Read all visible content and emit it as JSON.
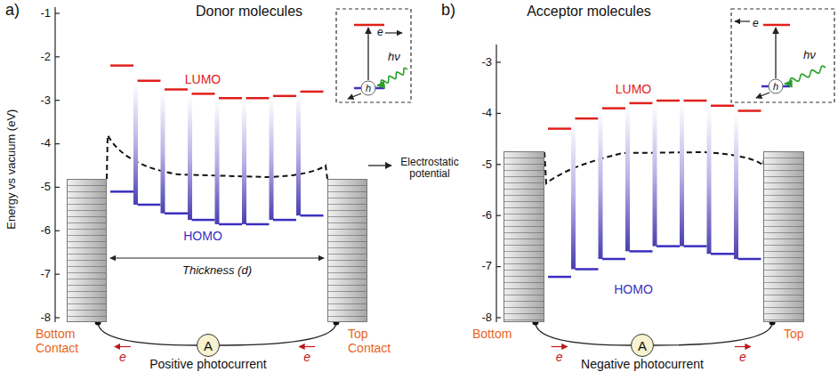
{
  "diagram": {
    "nodes": [
      {
        "text": [
          "Bottom Contact"
        ]
      },
      {
        "text": [
          "Top Contact"
        ]
      },
      {
        "text": [
          "A"
        ]
      },
      {
        "text": [
          "Bottom"
        ]
      },
      {
        "text": [
          "Top"
        ]
      },
      {
        "text": [
          "A"
        ]
      }
    ],
    "edges": [
      {
        "from": 1,
        "to": 2,
        "label": "e",
        "arrow": "none"
      },
      {
        "from": 2,
        "to": 0,
        "label": "e",
        "arrow": "none"
      },
      {
        "from": 3,
        "to": 5,
        "label": "e",
        "arrow": "none"
      },
      {
        "from": 5,
        "to": 4,
        "label": "e",
        "arrow": "none"
      }
    ],
    "labels": [
      "a)",
      "Donor molecules",
      "Energy vs vacuum (eV)",
      "-1",
      "-2",
      "-3",
      "-4",
      "-5",
      "-6",
      "-7",
      "-8",
      "LUMO",
      "HOMO",
      "Electrostatic potential",
      "Thickness (d)",
      "Positive photocurrent",
      "e",
      "h",
      "hν",
      "b)",
      "Acceptor molecules",
      "-3",
      "-4",
      "-5",
      "-6",
      "-7",
      "-8",
      "LUMO",
      "HOMO",
      "Negative photocurrent",
      "e",
      "h",
      "hν"
    ]
  }
}
